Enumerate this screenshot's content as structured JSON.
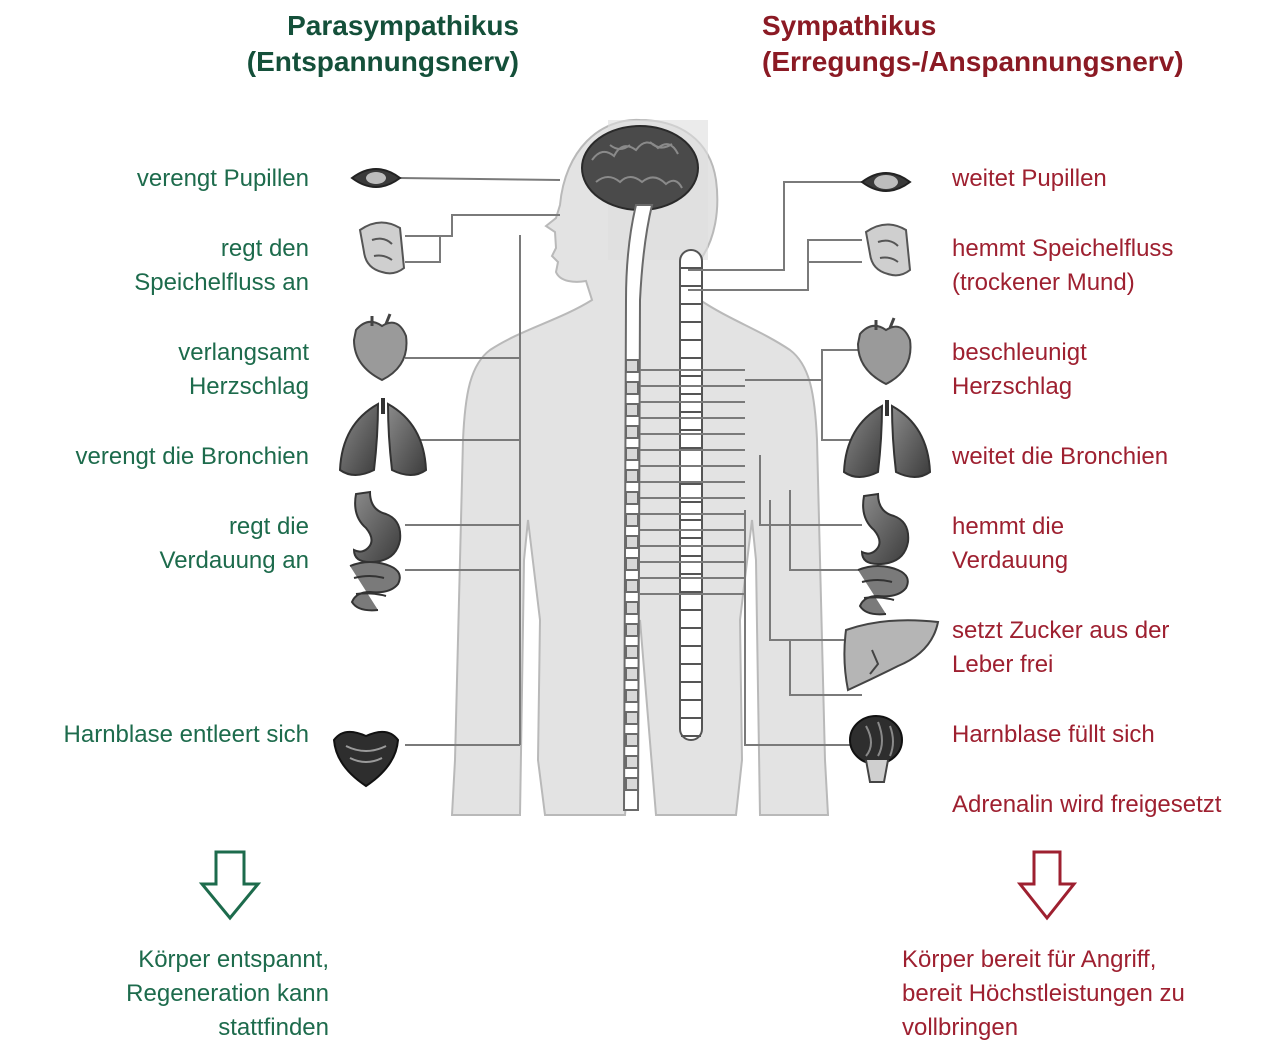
{
  "parasympathetic": {
    "title_line1": "Parasympathikus",
    "title_line2": "(Entspannungsnerv)",
    "color": "#1d6b4c",
    "effects": {
      "pupils": "verengt Pupillen",
      "saliva_1": "regt den",
      "saliva_2": "Speichelfluss an",
      "heart_1": "verlangsamt",
      "heart_2": "Herzschlag",
      "bronchi": "verengt die Bronchien",
      "digestion_1": "regt die",
      "digestion_2": "Verdauung an",
      "bladder": "Harnblase entleert sich"
    },
    "result_1": "Körper entspannt,",
    "result_2": "Regeneration kann",
    "result_3": "stattfinden"
  },
  "sympathetic": {
    "title_line1": "Sympathikus",
    "title_line2": "(Erregungs-/Anspannungsnerv)",
    "color": "#9e2030",
    "effects": {
      "pupils": "weitet Pupillen",
      "saliva_1": "hemmt Speichelfluss",
      "saliva_2": "(trockener Mund)",
      "heart_1": "beschleunigt",
      "heart_2": "Herzschlag",
      "bronchi": "weitet die Bronchien",
      "digestion_1": "hemmt die",
      "digestion_2": "Verdauung",
      "liver_1": "setzt Zucker aus der",
      "liver_2": "Leber frei",
      "bladder": "Harnblase füllt sich",
      "adrenaline": "Adrenalin wird freigesetzt"
    },
    "result_1": "Körper bereit für Angriff,",
    "result_2": "bereit Höchstleistungen zu",
    "result_3": "vollbringen"
  }
}
